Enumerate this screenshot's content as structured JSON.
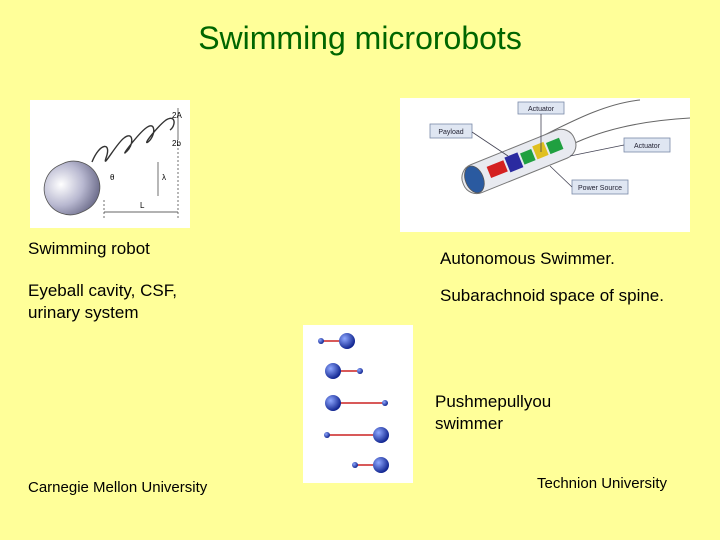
{
  "slide": {
    "title": "Swimming microrobots",
    "left_caption": "Swimming robot",
    "left_sites": "Eyeball cavity, CSF, urinary system",
    "left_affiliation": "Carnegie Mellon University",
    "right_caption": "Autonomous Swimmer.",
    "right_sites": "Subarachnoid space of spine.",
    "middle_caption": "Pushmepullyou swimmer",
    "right_affiliation": "Technion University"
  },
  "helix_figure": {
    "labels": [
      "2A",
      "2b",
      "θ",
      "λ",
      "L"
    ]
  },
  "swimmer_figure": {
    "labels": [
      "Actuator",
      "Payload",
      "Actuator",
      "Power Source"
    ]
  },
  "colors": {
    "background": "#ffff99",
    "title": "#006600",
    "ball": "#1133cc",
    "rod": "#cc2222"
  }
}
